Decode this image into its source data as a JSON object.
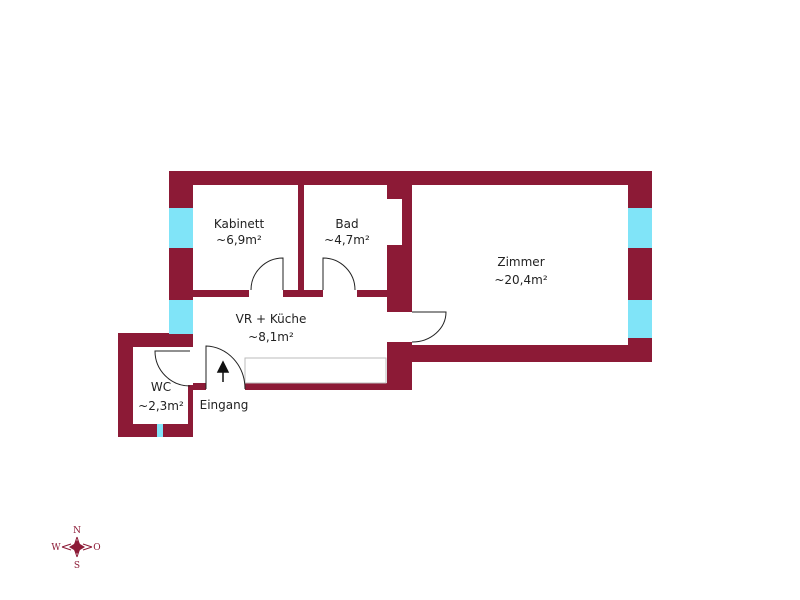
{
  "colors": {
    "wall": "#8c1a36",
    "window": "#80e4f8"
  },
  "rooms": [
    {
      "name": "Kabinett",
      "area": "~6,9m²"
    },
    {
      "name": "Bad",
      "area": "~4,7m²"
    },
    {
      "name": "Zimmer",
      "area": "~20,4m²"
    },
    {
      "name": "VR + Küche",
      "area": "~8,1m²"
    },
    {
      "name": "WC",
      "area": "~2,3m²"
    }
  ],
  "entrance_label": "Eingang",
  "compass": {
    "n": "N",
    "s": "S",
    "w": "W",
    "o": "O"
  }
}
